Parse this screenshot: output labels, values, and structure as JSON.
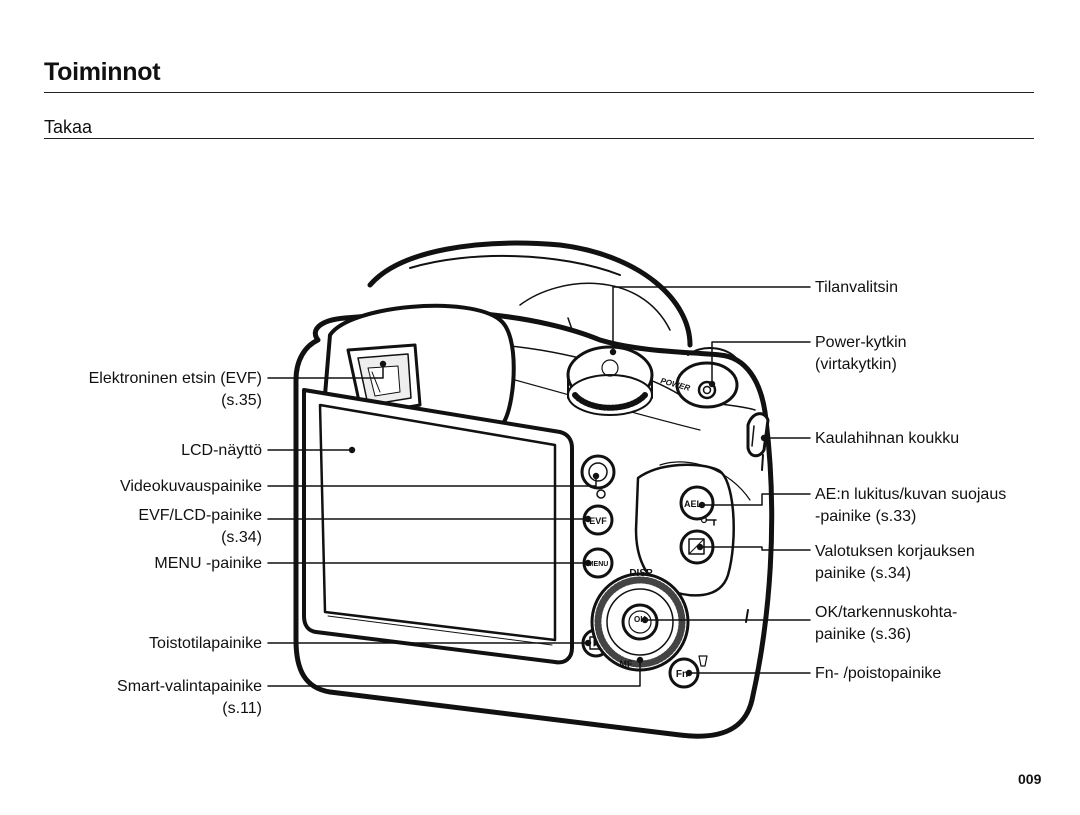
{
  "page": {
    "title": "Toiminnot",
    "subtitle": "Takaa",
    "page_number": "009"
  },
  "labels_left": {
    "evf_line1": "Elektroninen etsin (EVF)",
    "evf_line2": "(s.35)",
    "lcd": "LCD-näyttö",
    "video": "Videokuvauspainike",
    "evflcd_line1": "EVF/LCD-painike",
    "evflcd_line2": "(s.34)",
    "menu": "MENU -painike",
    "playback": "Toistotilapainike",
    "smart_line1": "Smart-valintapainike",
    "smart_line2": "(s.11)"
  },
  "labels_right": {
    "mode_dial": "Tilanvalitsin",
    "power_line1": "Power-kytkin",
    "power_line2": "(virtakytkin)",
    "strap": "Kaulahihnan koukku",
    "ael_line1": "AE:n lukitus/kuvan suojaus",
    "ael_line2": "-painike (s.33)",
    "ev_line1": "Valotuksen korjauksen",
    "ev_line2": "painike (s.34)",
    "ok_line1": "OK/tarkennuskohta-",
    "ok_line2": "painike (s.36)",
    "fn": "Fn- /poistopainike"
  },
  "camera_marks": {
    "evf": "EVF",
    "menu": "MENU",
    "ael": "AEL",
    "ok": "OK",
    "fn": "Fn",
    "disp": "DISP",
    "mf": "MF",
    "power": "POWER"
  }
}
